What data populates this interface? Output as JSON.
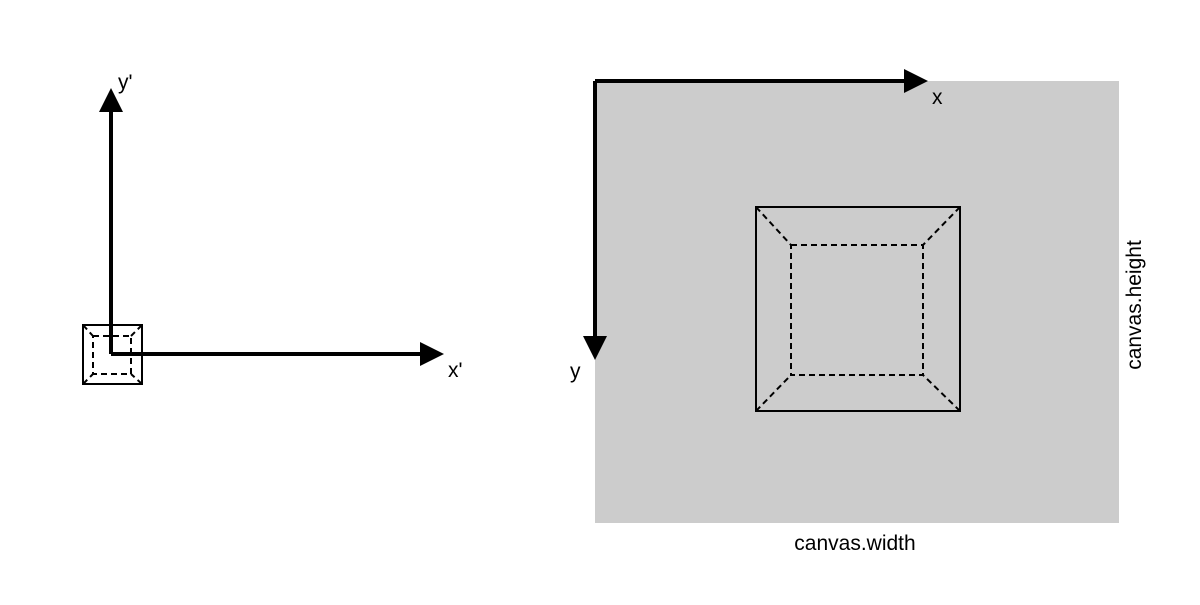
{
  "left_panel": {
    "x_axis_label": "x'",
    "y_axis_label": "y'"
  },
  "right_panel": {
    "x_axis_label": "x",
    "y_axis_label": "y",
    "width_label": "canvas.width",
    "height_label": "canvas.height"
  },
  "colors": {
    "canvas_fill": "#cccccc",
    "stroke": "#000000",
    "background": "#ffffff"
  }
}
